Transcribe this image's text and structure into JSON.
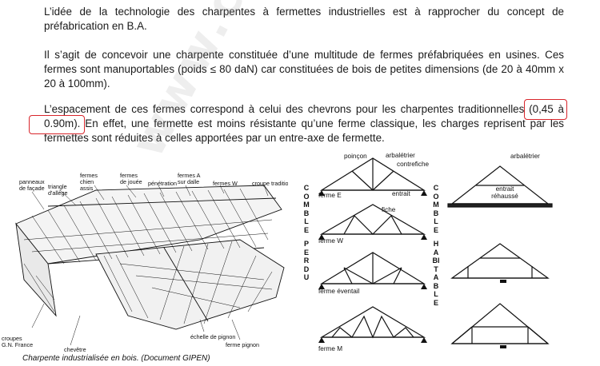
{
  "paragraphs": {
    "p1": "L’idée de la technologie des charpentes à fermettes industrielles est à rapprocher du concept de préfabrication en B.A.",
    "p2": "Il s’agit de concevoir une charpente constituée d’une multitude de fermes préfabriquées en usines. Ces fermes sont manuportables (poids ≤ 80 daN) car constituées de bois de petites dimensions (de 20 à 40mm x 20 à 100mm).",
    "p3": "L’espacement de ces fermes correspond à celui des chevrons pour les charpentes traditionnelles (0,45 à 0.90m). En effet, une fermette est moins résistante qu’une ferme classique, les charges reprisent par les fermettes sont réduites à celles apportées par un entre-axe de fermette."
  },
  "watermark": "www.coursgc",
  "left_figure": {
    "labels": {
      "panneaux": "panneaux de façade",
      "triangle": "triangle d'allège",
      "chien": "fermes chien assis",
      "joueee": "fermes de jouée",
      "penetration": "pénétration",
      "fermesA": "fermes A sur dalle",
      "fermesW": "fermes W",
      "croupe": "croupe traditionnelle",
      "croupesGN": "croupes G.N. France",
      "chevetre": "chevêtre",
      "echelle": "échelle de pignon",
      "pignon": "ferme pignon"
    },
    "caption": "Charpente industrialisée en bois. (Document GIPEN)"
  },
  "right_figure": {
    "col1_vertical": "COMBLE",
    "col1_vertical2": "PERDU",
    "col2_vertical": "COMBLE",
    "col2_vertical2": "HABITABLE",
    "labels": {
      "poincon": "poinçon",
      "arbaletrier": "arbalétrier",
      "contrefiche": "contrefiche",
      "entrait": "entrait",
      "fermeE": "ferme E",
      "fiche": "fiche",
      "fermeW": "ferme W",
      "fermeEventail": "ferme éventail",
      "fermeM": "ferme M",
      "arbaletrier2": "arbalétrier",
      "entraitRehausse": "entrait réhaussé"
    }
  },
  "colors": {
    "highlight": "#d8262c",
    "text": "#1a1a1a"
  }
}
